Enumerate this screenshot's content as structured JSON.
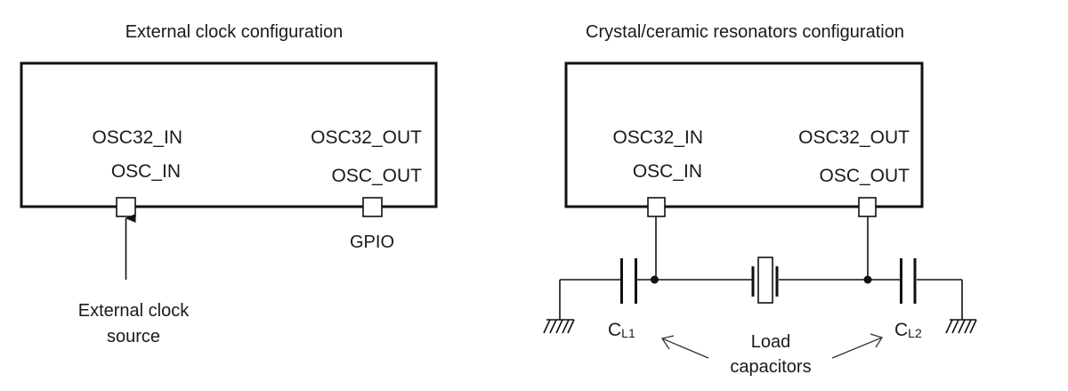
{
  "left_panel": {
    "title": "External clock configuration",
    "pin_labels": {
      "in_top": "OSC32_IN",
      "in_bottom": "OSC_IN",
      "out_top": "OSC32_OUT",
      "out_bottom": "OSC_OUT"
    },
    "gpio_label": "GPIO",
    "source_label_line1": "External clock",
    "source_label_line2": "source"
  },
  "right_panel": {
    "title": "Crystal/ceramic resonators configuration",
    "pin_labels": {
      "in_top": "OSC32_IN",
      "in_bottom": "OSC_IN",
      "out_top": "OSC32_OUT",
      "out_bottom": "OSC_OUT"
    },
    "cap1_label": "C",
    "cap1_sub": "L1",
    "cap2_label": "C",
    "cap2_sub": "L2",
    "load_label_line1": "Load",
    "load_label_line2": "capacitors"
  }
}
